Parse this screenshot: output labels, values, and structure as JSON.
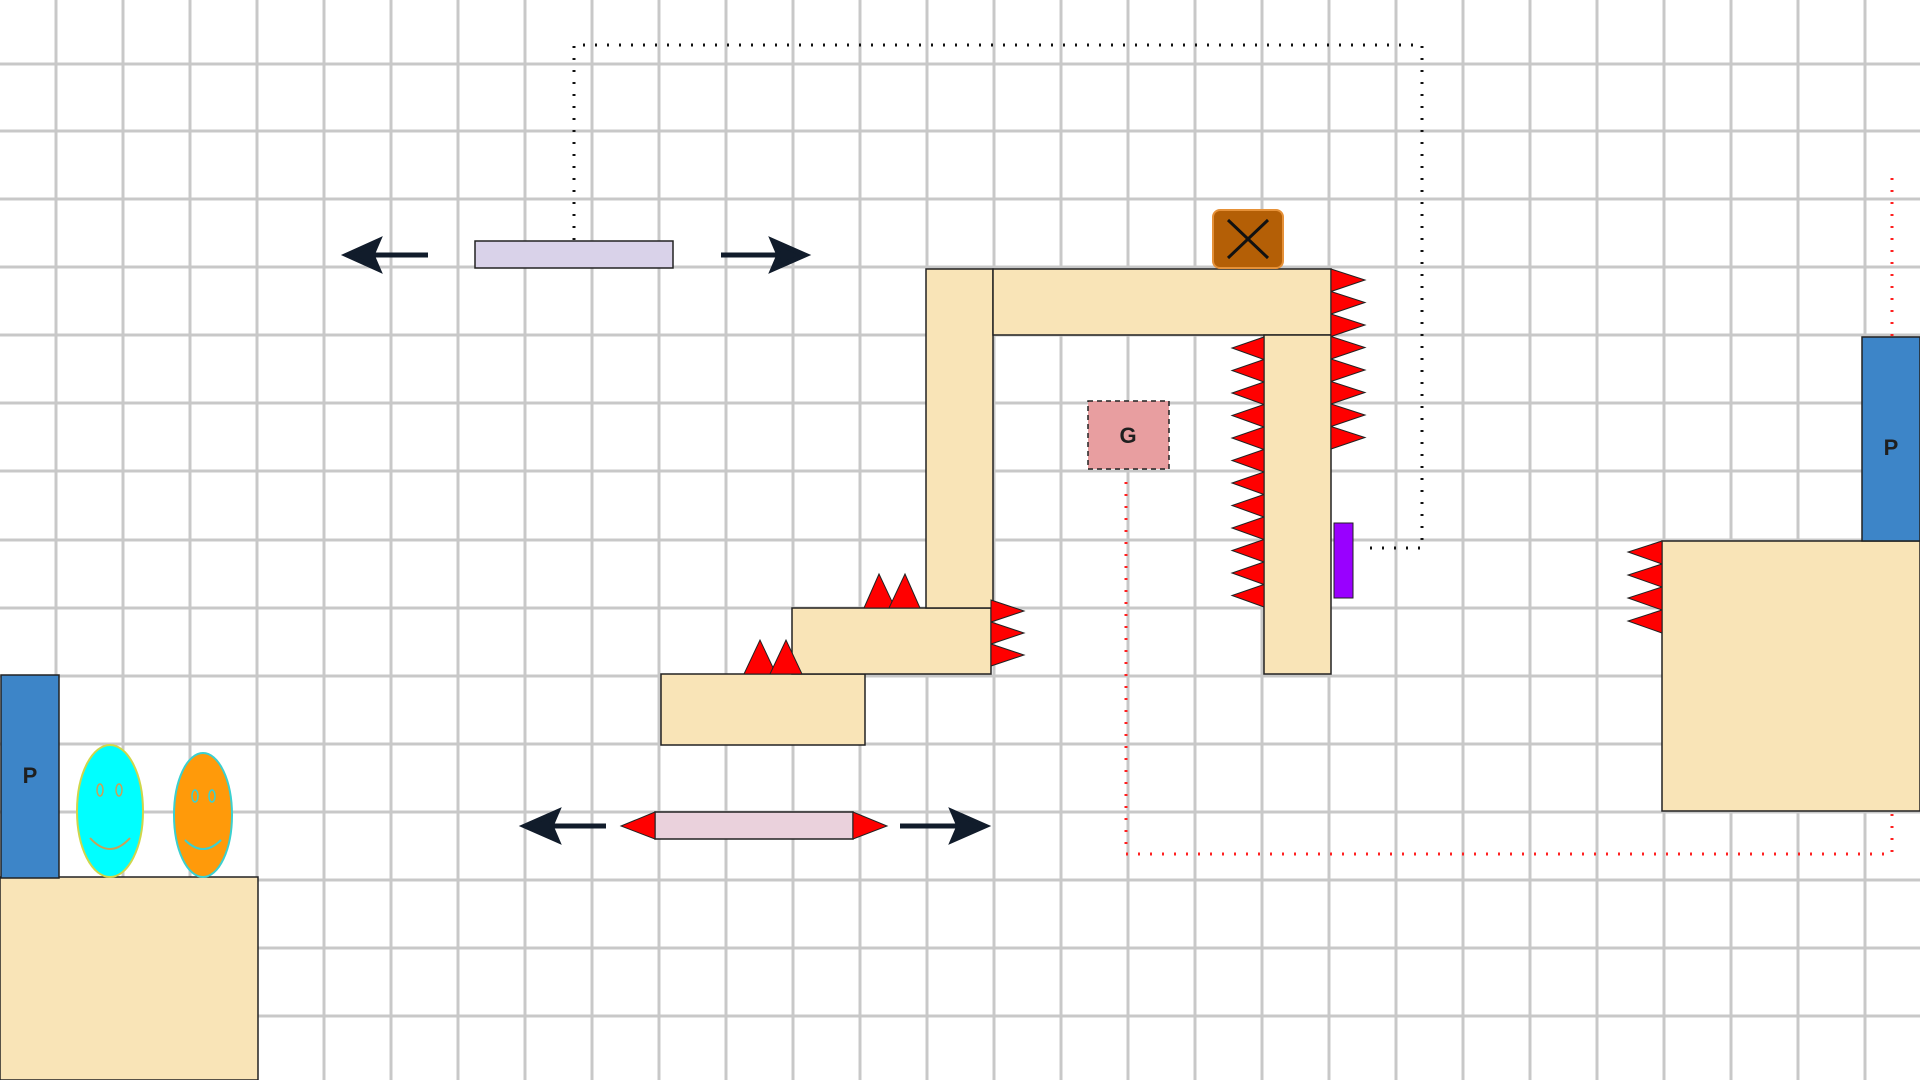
{
  "level": {
    "background_color": "#ffffff",
    "grid_line_color": "#c8c8c8",
    "platform_color": "#f9e4b7",
    "platform_outline_color": "#222222",
    "spike_color": "#ff0000",
    "path_line_color_dark": "#111111",
    "path_line_color_red": "#ff2020"
  },
  "players": {
    "cyan_player": {
      "color": "#00ffff",
      "outline_color": "#cfd64a"
    },
    "orange_player": {
      "color": "#ff9a0a",
      "outline_color": "#3bd0d0"
    }
  },
  "portals": {
    "left_portal": {
      "label": "P",
      "color": "#3d85c8"
    },
    "right_portal": {
      "label": "P",
      "color": "#3d85c8"
    }
  },
  "goal": {
    "label": "G",
    "color": "#e89ea0"
  },
  "crate": {
    "color": "#b45f06",
    "outline_color": "#e69138",
    "icon": "x-icon"
  },
  "switch": {
    "color": "#9900ff"
  },
  "moving_platforms": {
    "upper": {
      "color": "#d9d2e9",
      "direction": "horizontal",
      "arrow_icon": "arrow-icon"
    },
    "lower": {
      "color": "#ead1dc",
      "direction": "horizontal",
      "spiked_ends": true,
      "arrow_icon": "arrow-icon"
    }
  }
}
